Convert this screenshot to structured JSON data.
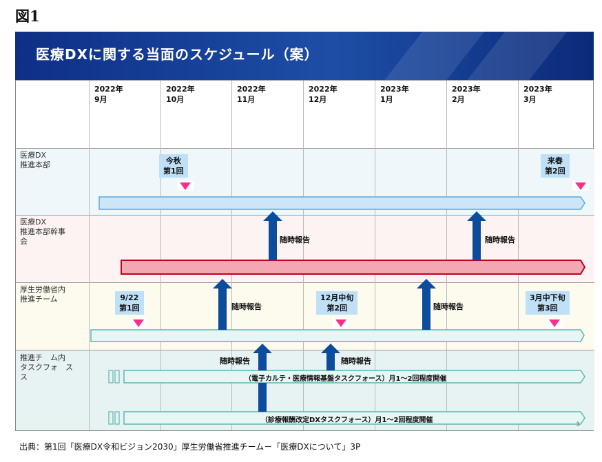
{
  "figure_label": "図1",
  "title": "医療DXに関する当面のスケジュール（案）",
  "months": [
    {
      "year": "2022年",
      "month": "9月"
    },
    {
      "year": "2022年",
      "month": "10月"
    },
    {
      "year": "2022年",
      "month": "11月"
    },
    {
      "year": "2022年",
      "month": "12月"
    },
    {
      "year": "2023年",
      "month": "1月"
    },
    {
      "year": "2023年",
      "month": "2月"
    },
    {
      "year": "2023年",
      "month": "3月"
    }
  ],
  "rows": [
    {
      "label": "医療DX\n推進本部",
      "bg": "#f0f7fb",
      "bar_color": "#cce6f7",
      "bar_border": "#5aa9d9"
    },
    {
      "label": "医療DX\n推進本部幹事\n会",
      "bg": "#fdf3f3",
      "bar_color": "#f3a7b3",
      "bar_border": "#c0001c"
    },
    {
      "label": "厚生労働省内\n推進チーム",
      "bg": "#fdfbee",
      "bar_color": "#e6f6f5",
      "bar_border": "#5fb5ad"
    },
    {
      "label": "推進チ　ム内\nタスクフォ　ス\nス",
      "bg": "#e7f3f2",
      "bar_color": "#e6f6f5",
      "bar_border": "#5fb5ad"
    }
  ],
  "meetings": {
    "hq_1": "今秋\n第1回",
    "hq_2": "来春\n第2回",
    "team_1": "9/22\n第1回",
    "team_2": "12月中旬\n第2回",
    "team_3": "3月中下旬\n第3回"
  },
  "report_label": "随時報告",
  "taskforces": [
    "（電子カルテ・医療情報基盤タスクフォース）月1～2回程度開催",
    "（診療報酬改定DXタスクフォース）月1～2回程度開催"
  ],
  "page_number": "3",
  "source": "出典：第1回「医療DX令和ビジョン2030」厚生労働省推進チーム－「医療DXについて」3P",
  "colors": {
    "banner": "#1d4ea6",
    "marker": "#ff2d8a",
    "arrow": "#0b4c9c",
    "bubble": "#bfe0f7"
  }
}
